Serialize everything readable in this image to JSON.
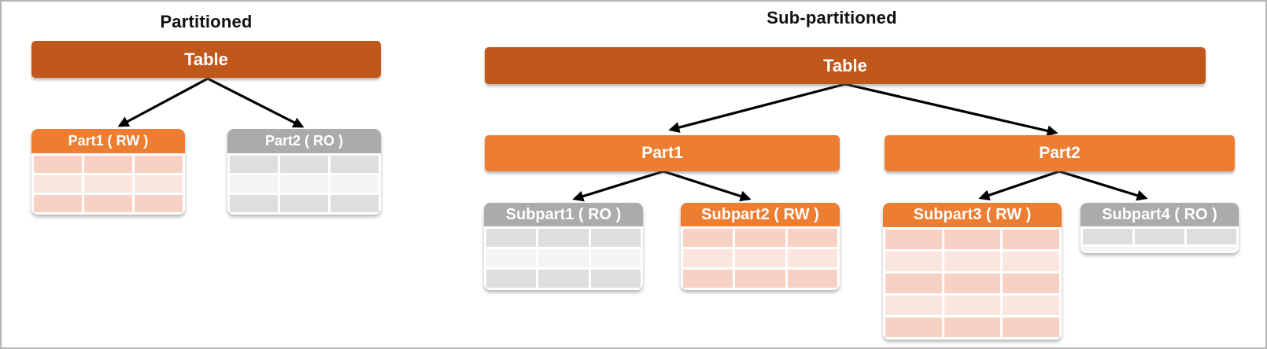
{
  "left_section": {
    "title": "Partitioned",
    "root_label": "Table",
    "partitions": [
      {
        "label": "Part1 ( RW )",
        "access": "rw",
        "data_rows": 3,
        "columns": 3
      },
      {
        "label": "Part2 ( RO )",
        "access": "ro",
        "data_rows": 3,
        "columns": 3
      }
    ]
  },
  "right_section": {
    "title": "Sub-partitioned",
    "root_label": "Table",
    "partitions": [
      {
        "label": "Part1"
      },
      {
        "label": "Part2"
      }
    ],
    "subpartitions": [
      {
        "label": "Subpart1 ( RO )",
        "access": "ro",
        "data_rows": 3,
        "columns": 3
      },
      {
        "label": "Subpart2 ( RW )",
        "access": "rw",
        "data_rows": 3,
        "columns": 3
      },
      {
        "label": "Subpart3 ( RW )",
        "access": "rw",
        "data_rows": 5,
        "columns": 3
      },
      {
        "label": "Subpart4 ( RO )",
        "access": "ro",
        "data_rows": 1,
        "columns": 3,
        "bottom_strip": true
      }
    ]
  },
  "colors": {
    "root_bar": "#C1581B",
    "partition_bar": "#ED7D31",
    "readonly_header": "#ABABAB",
    "rw_row_dark": "#F7D2C4",
    "rw_row_light": "#FBE6DF",
    "ro_row_dark": "#DEDEDE",
    "ro_row_light": "#F4F4F4",
    "arrow": "#000000"
  }
}
